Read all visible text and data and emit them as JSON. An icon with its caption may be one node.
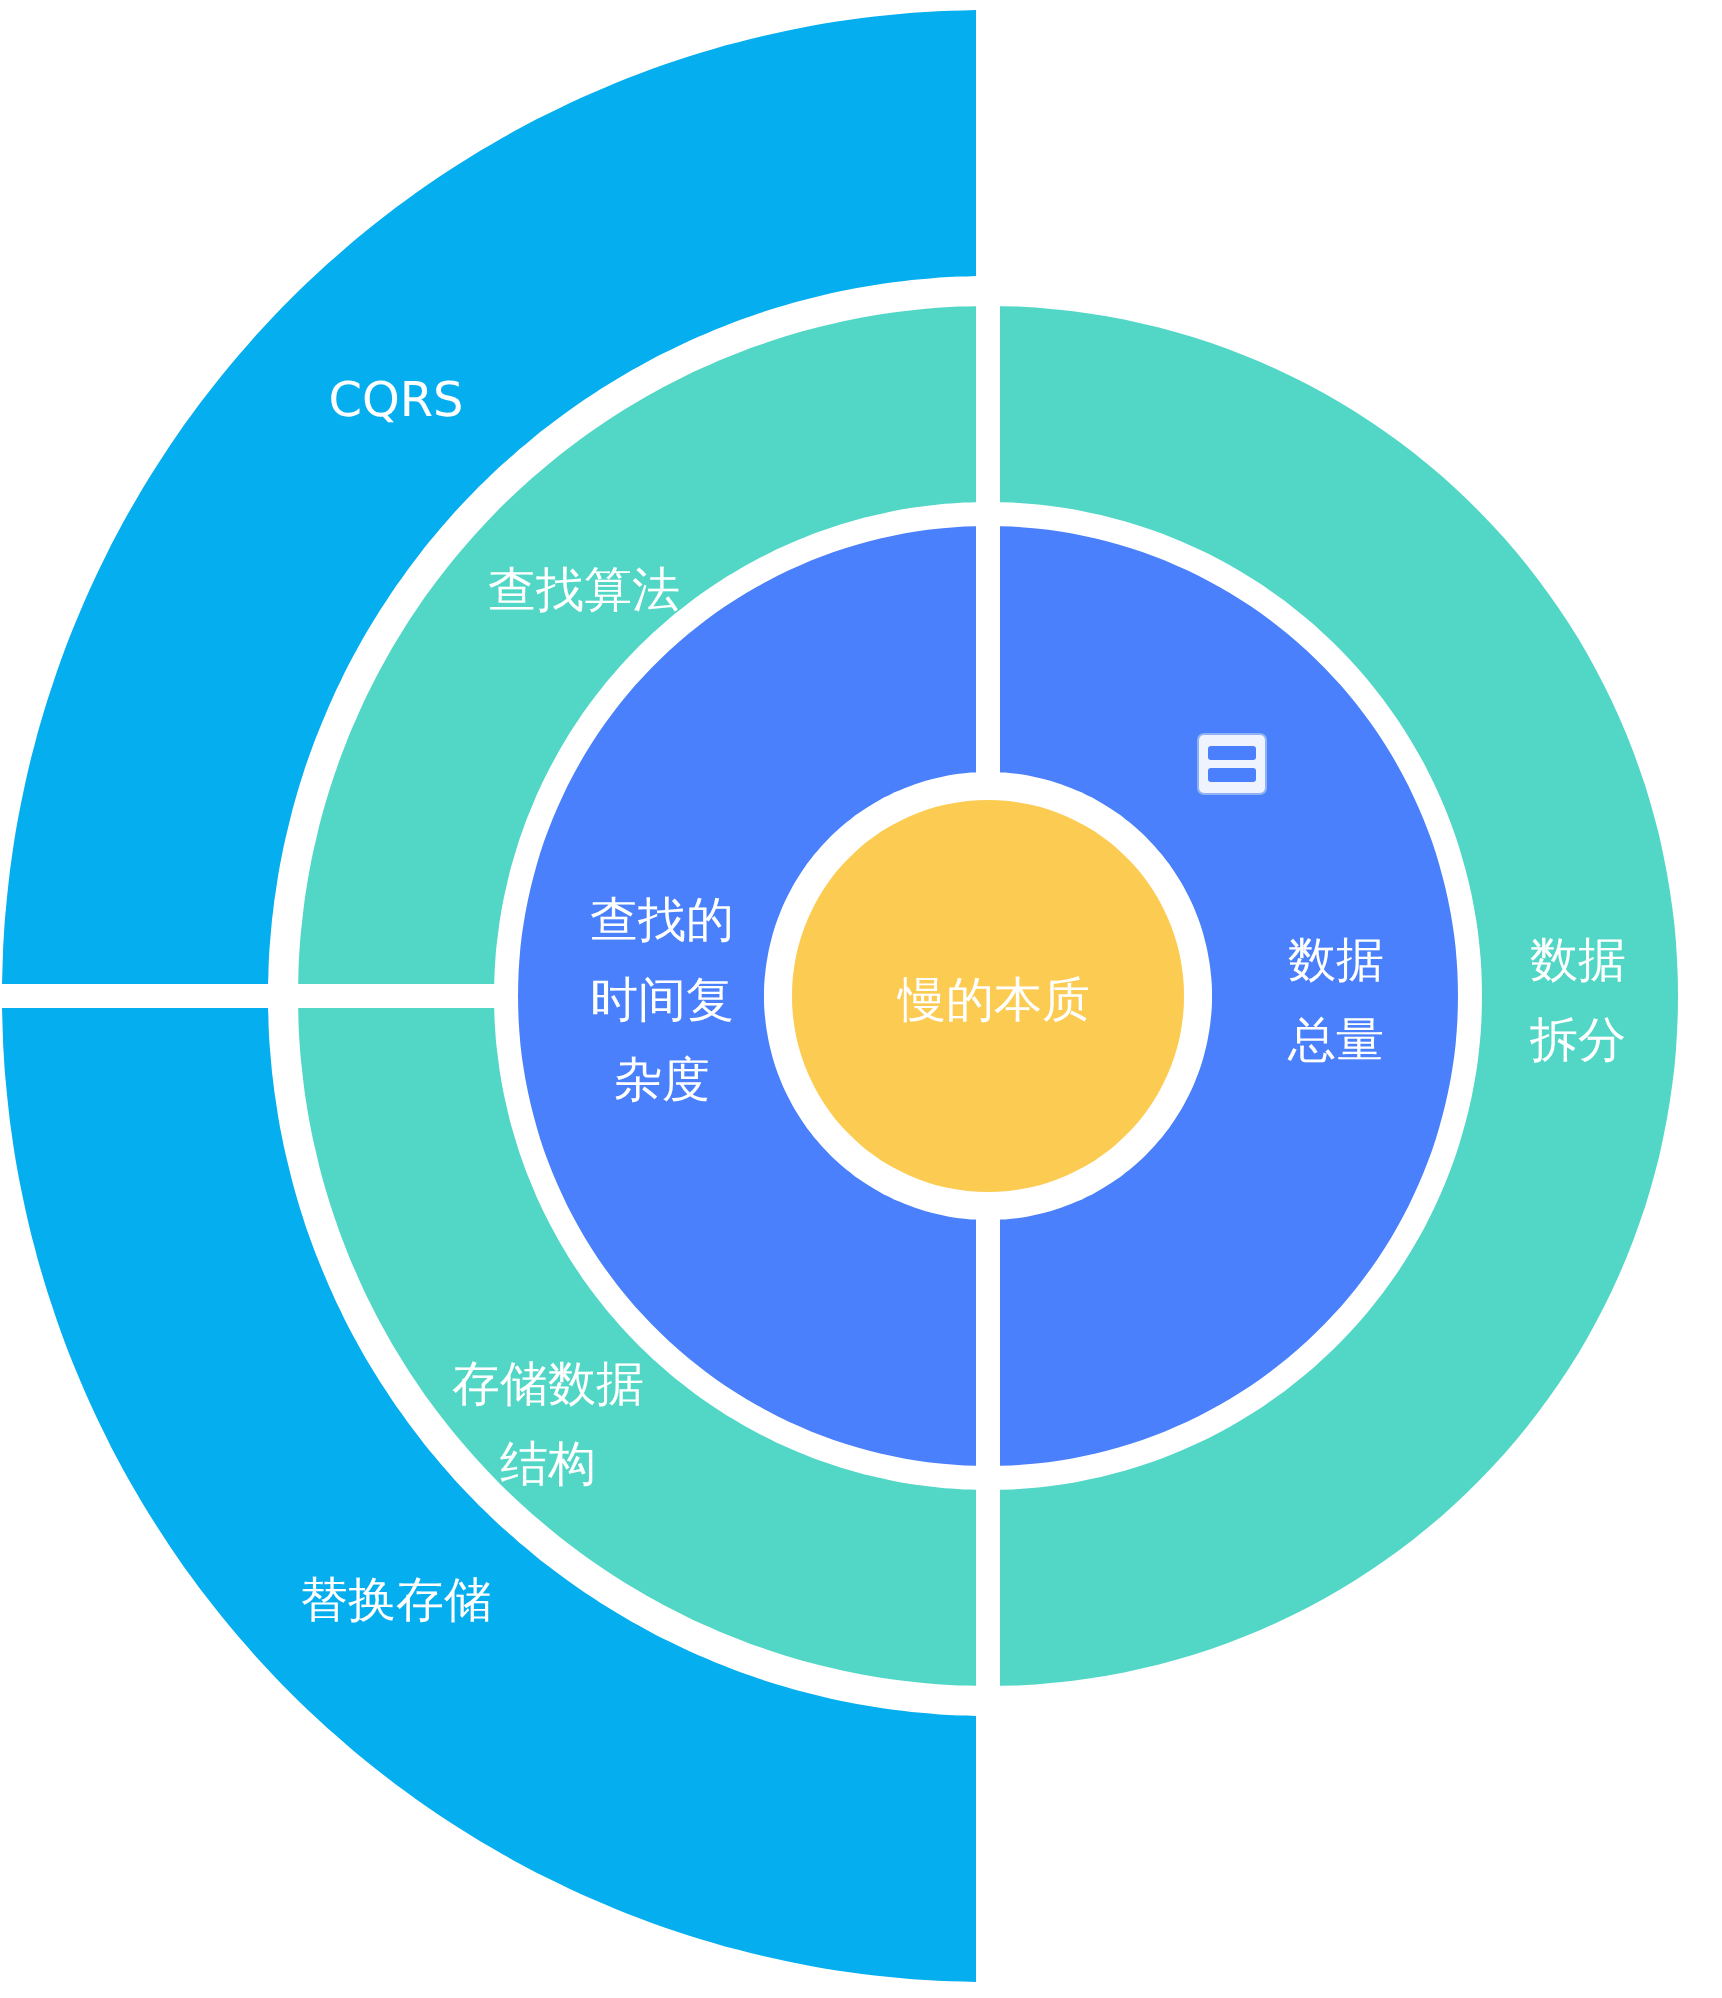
{
  "diagram": {
    "nodes": [
      {
        "text": [
          "慢的本质"
        ]
      },
      {
        "text": [
          "查找的时间复杂度"
        ]
      },
      {
        "text": [
          "数据总量"
        ]
      },
      {
        "text": [
          "查找算法"
        ]
      },
      {
        "text": [
          "存储数据结构"
        ]
      },
      {
        "text": [
          "数据拆分"
        ]
      },
      {
        "text": [
          "CQRS"
        ]
      },
      {
        "text": [
          "替换存储"
        ]
      }
    ]
  }
}
